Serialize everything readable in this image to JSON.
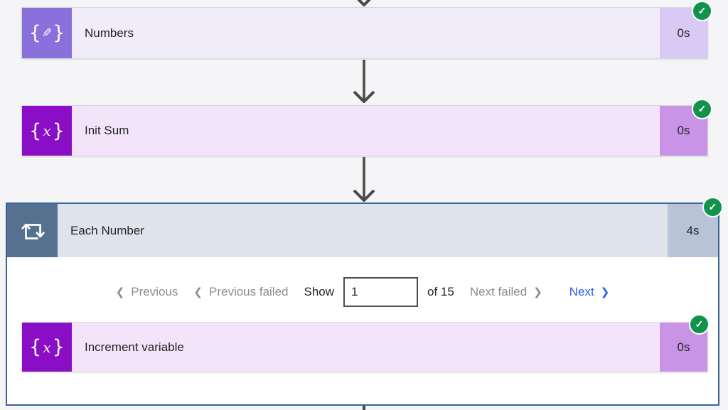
{
  "cards": {
    "numbers": {
      "title": "Numbers",
      "duration": "0s"
    },
    "init_sum": {
      "title": "Init Sum",
      "duration": "0s"
    },
    "loop": {
      "title": "Each Number",
      "duration": "4s"
    },
    "increment": {
      "title": "Increment variable",
      "duration": "0s"
    }
  },
  "pagination": {
    "previous": "Previous",
    "previous_failed": "Previous failed",
    "show": "Show",
    "value": "1",
    "of": "of 15",
    "next_failed": "Next failed",
    "next": "Next"
  },
  "icons": {
    "check": "✓",
    "chevron_left": "❮",
    "chevron_right": "❯",
    "brace_open": "{",
    "brace_close": "}",
    "pencil": "✎",
    "variable_x": "x"
  },
  "colors": {
    "compose_icon": "#8A70DB",
    "compose_body": "#F1ECFA",
    "compose_duration": "#D8CAF4",
    "variable_icon": "#8A0EC6",
    "variable_body": "#F3E4FA",
    "variable_duration": "#C994E5",
    "loop_border": "#39659E",
    "loop_icon": "#55718F",
    "loop_header": "#DFE3EB",
    "loop_duration": "#B8C3D5",
    "success_green": "#12934B",
    "link_blue": "#2D5FE6",
    "muted_gray": "#8C8C8C",
    "arrow_gray": "#4A4A48"
  }
}
